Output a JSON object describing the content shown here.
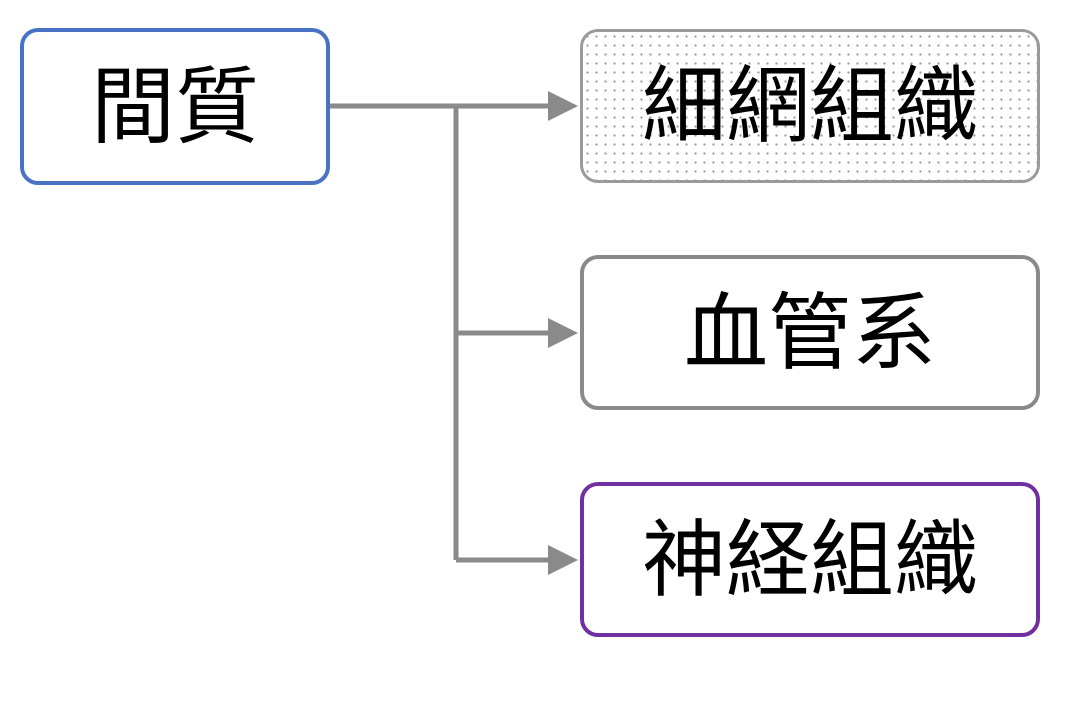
{
  "diagram": {
    "root": {
      "label": "間質",
      "border_color": "#4a72c4"
    },
    "children": [
      {
        "label": "細網組織",
        "border_color": "#9a9a9a",
        "fill": "dotted-pattern"
      },
      {
        "label": "血管系",
        "border_color": "#8a8a8a"
      },
      {
        "label": "神経組織",
        "border_color": "#7030a0"
      }
    ],
    "connector_color": "#8a8a8a"
  }
}
